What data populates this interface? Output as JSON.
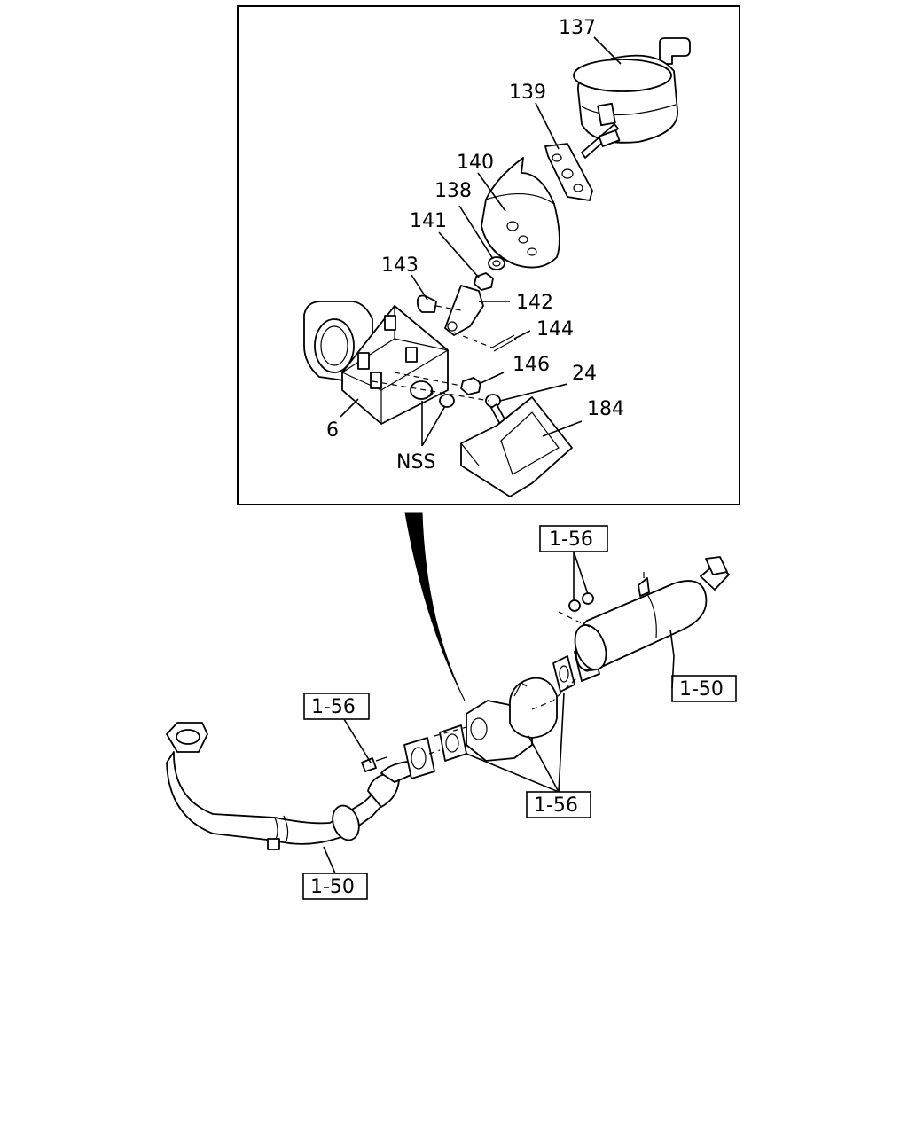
{
  "callouts": {
    "c137": "137",
    "c139": "139",
    "c140": "140",
    "c138": "138",
    "c141": "141",
    "c143": "143",
    "c142": "142",
    "c144": "144",
    "c146": "146",
    "c24": "24",
    "c184": "184",
    "c6": "6",
    "nss": "NSS"
  },
  "refs": {
    "ref_156_top": "1-56",
    "ref_150_right": "1-50",
    "ref_156_left": "1-56",
    "ref_156_bottom": "1-56",
    "ref_150_bottom": "1-50"
  }
}
